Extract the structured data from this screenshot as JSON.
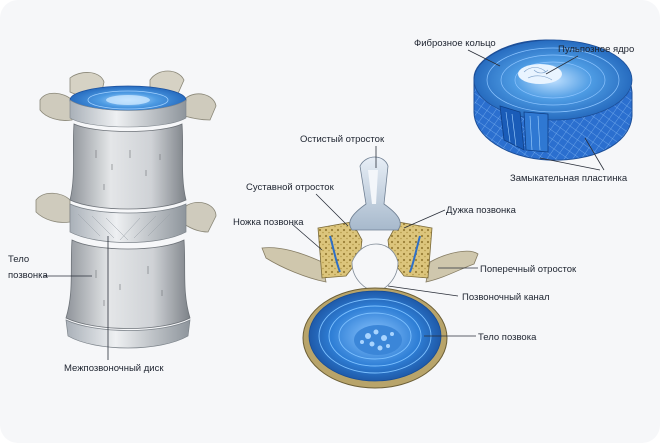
{
  "labels": {
    "fibrous_ring": "Фиброзное кольцо",
    "nucleus_pulposus": "Пульпозное ядро",
    "endplate": "Замыкательная пластинка",
    "spinous_process": "Остистый отросток",
    "articular_process": "Суставной отросток",
    "vertebral_arch": "Дужка позвонка",
    "pedicle": "Ножка позвонка",
    "transverse_process": "Поперечный отросток",
    "spinal_canal": "Позвоночный канал",
    "vertebral_body": "Тело позвока",
    "body_side_1": "Тело",
    "body_side_2": "позвонка",
    "intervertebral_disc": "Межпозвоночный диск"
  },
  "colors": {
    "background": "#f6f7f9",
    "disc_blue": "#3a86d8",
    "bone": "#c9cdd2",
    "cancellous_yellow": "#d8c27a",
    "label_text": "#1e2430"
  }
}
